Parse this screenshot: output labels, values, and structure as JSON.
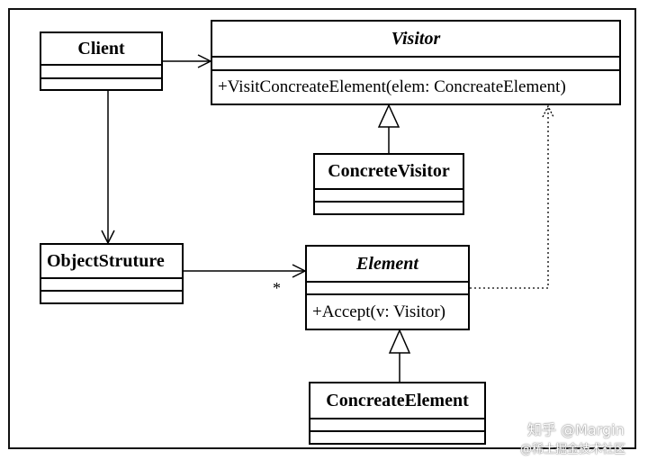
{
  "diagram": {
    "classes": {
      "client": {
        "name": "Client"
      },
      "visitor": {
        "name": "Visitor",
        "operation": "+VisitConcreateElement(elem: ConcreateElement)"
      },
      "concrete_visitor": {
        "name": "ConcreteVisitor"
      },
      "object_structure": {
        "name": "ObjectStruture"
      },
      "element": {
        "name": "Element",
        "operation": "+Accept(v: Visitor)"
      },
      "concrete_element": {
        "name": "ConcreateElement"
      }
    },
    "multiplicity": "*",
    "watermark": {
      "line1": "知乎 @Margin",
      "line2": "@稀土掘金技术社区"
    }
  }
}
